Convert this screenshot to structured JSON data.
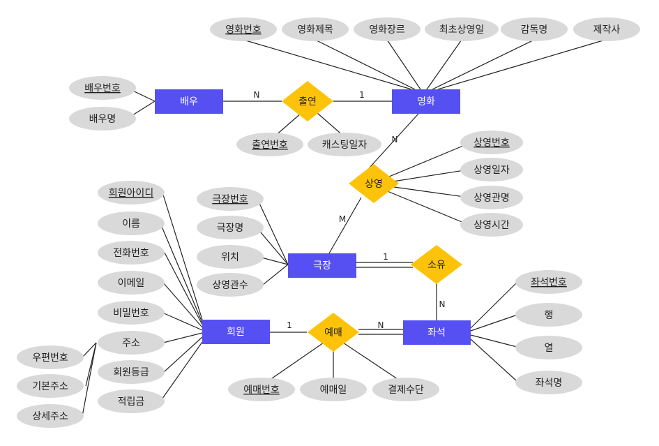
{
  "entities": {
    "actor": "배우",
    "movie": "영화",
    "theater": "극장",
    "member": "회원",
    "seat": "좌석"
  },
  "relationships": {
    "appear": "출연",
    "screening": "상영",
    "own": "소유",
    "reserve": "예매"
  },
  "attributes": {
    "movie_no": "영화번호",
    "movie_title": "영화제목",
    "movie_genre": "영화장르",
    "movie_first_date": "최초상영일",
    "movie_director": "감독명",
    "movie_company": "제작사",
    "actor_no": "배우번호",
    "actor_name": "배우명",
    "appear_no": "출연번호",
    "casting_date": "캐스팅일자",
    "screen_no": "상영번호",
    "screen_date": "상영일자",
    "screen_hall": "상영관명",
    "screen_time": "상영시간",
    "theater_no": "극장번호",
    "theater_name": "극장명",
    "theater_location": "위치",
    "theater_halls": "상영관수",
    "member_id": "회원아이디",
    "member_name": "이름",
    "member_phone": "전화번호",
    "member_email": "이메일",
    "member_password": "비밀번호",
    "member_address": "주소",
    "member_grade": "회원등급",
    "member_points": "적립금",
    "addr_zip": "우편번호",
    "addr_base": "기본주소",
    "addr_detail": "상세주소",
    "seat_no": "좌석번호",
    "seat_row": "행",
    "seat_col": "열",
    "seat_name": "좌석명",
    "reserve_no": "예매번호",
    "reserve_date": "예매일",
    "payment_method": "결제수단"
  },
  "cardinalities": {
    "actor_appear": "N",
    "appear_movie": "1",
    "movie_screening": "N",
    "theater_screening": "M",
    "theater_own": "1",
    "own_seat": "N",
    "member_reserve": "1",
    "reserve_seat": "N"
  },
  "colors": {
    "entity": "#5650f2",
    "relationship": "#fdc30a",
    "attribute": "#d9d9d9"
  }
}
